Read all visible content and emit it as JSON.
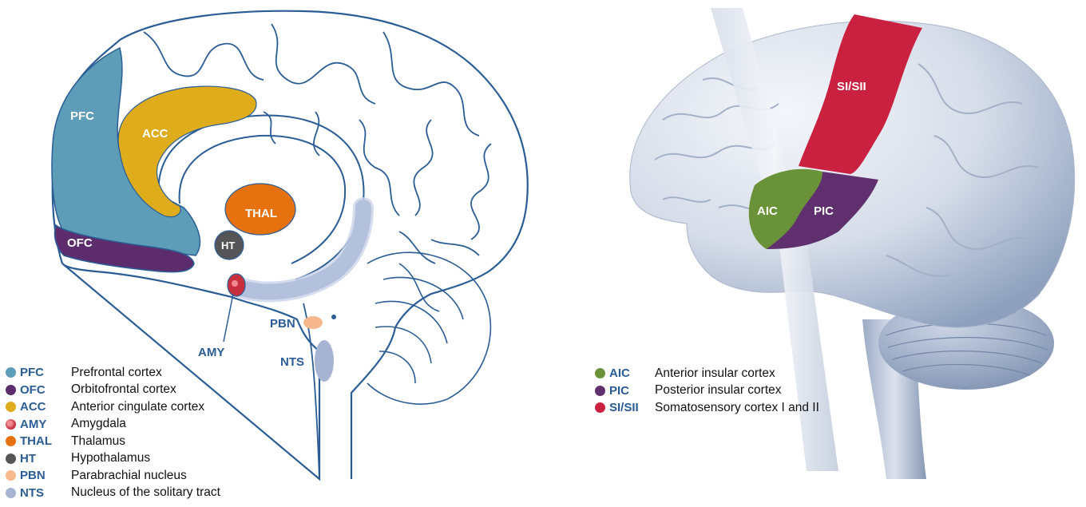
{
  "colors": {
    "outline": "#2a5d96",
    "pfc": "#5e9db7",
    "ofc": "#5c2c6c",
    "acc": "#dfac1c",
    "amy": "#c8303e",
    "thal": "#e6720f",
    "ht": "#555558",
    "pbn": "#f6b88c",
    "nts": "#a6b3d2",
    "aic": "#6a9238",
    "pic": "#60306e",
    "sisii": "#cb2140",
    "text_blue": "#2a5d96"
  },
  "medial_brain": {
    "labels": {
      "pfc": "PFC",
      "acc": "ACC",
      "thal": "THAL",
      "ofc": "OFC",
      "ht": "HT",
      "amy": "AMY",
      "pbn": "PBN",
      "nts": "NTS"
    }
  },
  "lateral_brain": {
    "labels": {
      "sisii": "SI/SII",
      "aic": "AIC",
      "pic": "PIC"
    }
  },
  "legend_left": [
    {
      "abbr": "PFC",
      "name": "Prefrontal cortex",
      "color": "#5e9db7"
    },
    {
      "abbr": "OFC",
      "name": "Orbitofrontal cortex",
      "color": "#5c2c6c"
    },
    {
      "abbr": "ACC",
      "name": "Anterior cingulate cortex",
      "color": "#dfac1c"
    },
    {
      "abbr": "AMY",
      "name": "Amygdala",
      "color": "#c8303e"
    },
    {
      "abbr": "THAL",
      "name": "Thalamus",
      "color": "#e6720f"
    },
    {
      "abbr": "HT",
      "name": "Hypothalamus",
      "color": "#555558"
    },
    {
      "abbr": "PBN",
      "name": "Parabrachial nucleus",
      "color": "#f6b88c"
    },
    {
      "abbr": "NTS",
      "name": "Nucleus of the solitary tract",
      "color": "#a6b3d2"
    }
  ],
  "legend_right": [
    {
      "abbr": "AIC",
      "name": "Anterior insular cortex",
      "color": "#6a9238"
    },
    {
      "abbr": "PIC",
      "name": "Posterior insular cortex",
      "color": "#60306e"
    },
    {
      "abbr": "SI/SII",
      "name": "Somatosensory cortex I and II",
      "color": "#cb2140"
    }
  ]
}
